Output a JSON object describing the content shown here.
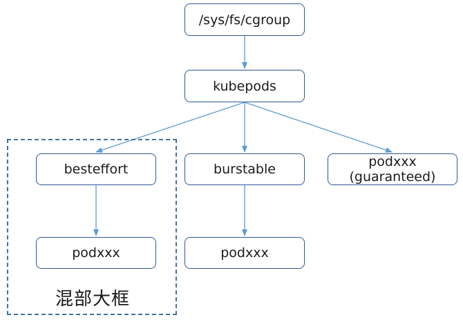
{
  "diagram": {
    "nodes": {
      "root": {
        "label": "/sys/fs/cgroup"
      },
      "kubepods": {
        "label": "kubepods"
      },
      "besteffort": {
        "label": "besteffort"
      },
      "burstable": {
        "label": "burstable"
      },
      "guaranteed_pod": {
        "label": "podxxx\n(guaranteed)"
      },
      "besteffort_pod": {
        "label": "podxxx"
      },
      "burstable_pod": {
        "label": "podxxx"
      }
    },
    "edges": [
      {
        "from": "root",
        "to": "kubepods"
      },
      {
        "from": "kubepods",
        "to": "besteffort"
      },
      {
        "from": "kubepods",
        "to": "burstable"
      },
      {
        "from": "kubepods",
        "to": "guaranteed_pod"
      },
      {
        "from": "besteffort",
        "to": "besteffort_pod"
      },
      {
        "from": "burstable",
        "to": "burstable_pod"
      }
    ],
    "group": {
      "label": "混部大框",
      "members": [
        "besteffort",
        "besteffort_pod"
      ]
    },
    "colors": {
      "node_border": "#2f5597",
      "edge": "#5b9bd5",
      "group_border": "#41719c",
      "text": "#1a1a1a"
    }
  }
}
